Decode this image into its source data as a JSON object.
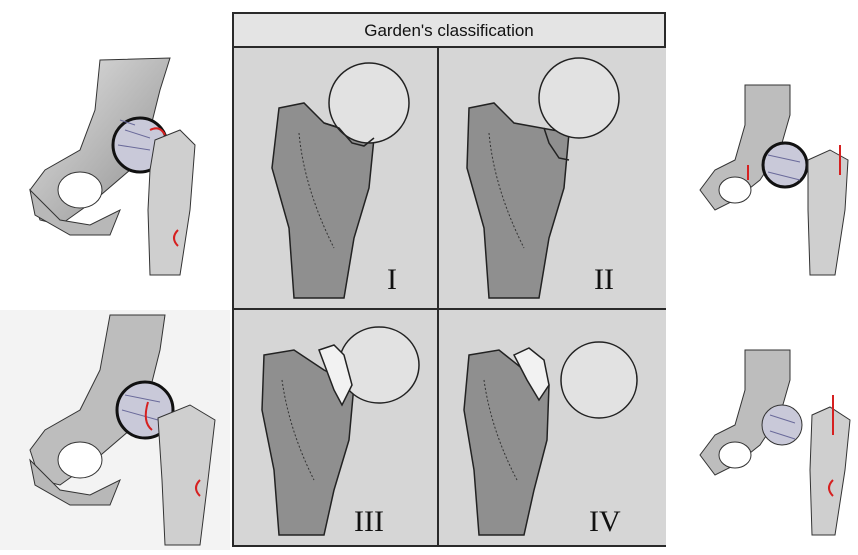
{
  "panel": {
    "title": "Garden's classification",
    "stages": [
      {
        "label": "I"
      },
      {
        "label": "II"
      },
      {
        "label": "III"
      },
      {
        "label": "IV"
      }
    ]
  },
  "colors": {
    "panel_background": "#d6d6d6",
    "bone_shaft": "#8a8a8a",
    "femoral_head": "#d8d8d8",
    "displacement_arrows": "#d62020",
    "ligament_lines": "#6a6a9a"
  },
  "side_figures": [
    {
      "icon": "hip-joint-stage-1-icon"
    },
    {
      "icon": "hip-joint-stage-3-icon"
    },
    {
      "icon": "hip-joint-stage-2-icon"
    },
    {
      "icon": "hip-joint-stage-4-icon"
    }
  ]
}
